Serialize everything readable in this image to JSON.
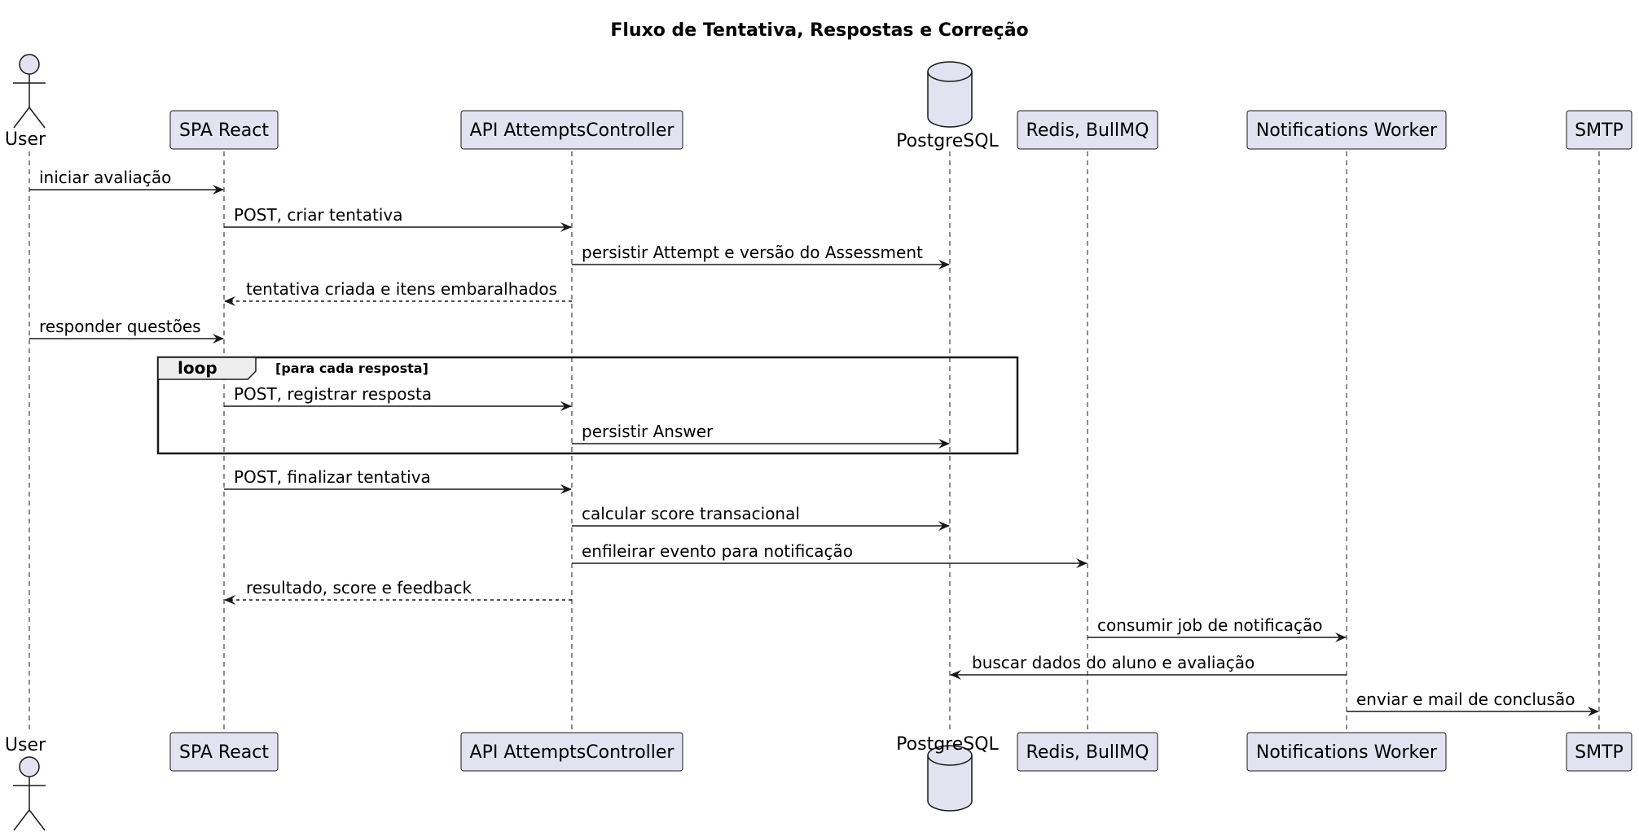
{
  "title": "Fluxo de Tentativa, Respostas e Correção",
  "participants": [
    {
      "id": "user",
      "label": "User",
      "kind": "actor"
    },
    {
      "id": "spa",
      "label": "SPA React",
      "kind": "box"
    },
    {
      "id": "api",
      "label": "API AttemptsController",
      "kind": "box"
    },
    {
      "id": "pg",
      "label": "PostgreSQL",
      "kind": "database"
    },
    {
      "id": "redis",
      "label": "Redis, BullMQ",
      "kind": "box"
    },
    {
      "id": "worker",
      "label": "Notifications Worker",
      "kind": "box"
    },
    {
      "id": "smtp",
      "label": "SMTP",
      "kind": "box"
    }
  ],
  "messages": [
    {
      "from": "user",
      "to": "spa",
      "label": "iniciar avaliação",
      "style": "solid"
    },
    {
      "from": "spa",
      "to": "api",
      "label": "POST, criar tentativa",
      "style": "solid"
    },
    {
      "from": "api",
      "to": "pg",
      "label": "persistir Attempt e versão do Assessment",
      "style": "solid"
    },
    {
      "from": "api",
      "to": "spa",
      "label": "tentativa criada e itens embaralhados",
      "style": "dashed"
    },
    {
      "from": "user",
      "to": "spa",
      "label": "responder questões",
      "style": "solid"
    },
    {
      "from": "spa",
      "to": "api",
      "label": "POST, registrar resposta",
      "style": "solid"
    },
    {
      "from": "api",
      "to": "pg",
      "label": "persistir Answer",
      "style": "solid"
    },
    {
      "from": "spa",
      "to": "api",
      "label": "POST, finalizar tentativa",
      "style": "solid"
    },
    {
      "from": "api",
      "to": "pg",
      "label": "calcular score transacional",
      "style": "solid"
    },
    {
      "from": "api",
      "to": "redis",
      "label": "enfileirar evento para notificação",
      "style": "solid"
    },
    {
      "from": "api",
      "to": "spa",
      "label": "resultado, score e feedback",
      "style": "dashed"
    },
    {
      "from": "redis",
      "to": "worker",
      "label": "consumir job de notificação",
      "style": "solid"
    },
    {
      "from": "worker",
      "to": "pg",
      "label": "buscar dados do aluno e avaliação",
      "style": "solid"
    },
    {
      "from": "worker",
      "to": "smtp",
      "label": "enviar e mail de conclusão",
      "style": "solid"
    }
  ],
  "fragment": {
    "keyword": "loop",
    "condition": "[para cada resposta]",
    "first_message": 5,
    "last_message": 6
  },
  "colors": {
    "participant_fill": "#e2e2f0",
    "participant_stroke": "#181818",
    "line": "#181818",
    "fragment_header_fill": "#eeeeee"
  }
}
